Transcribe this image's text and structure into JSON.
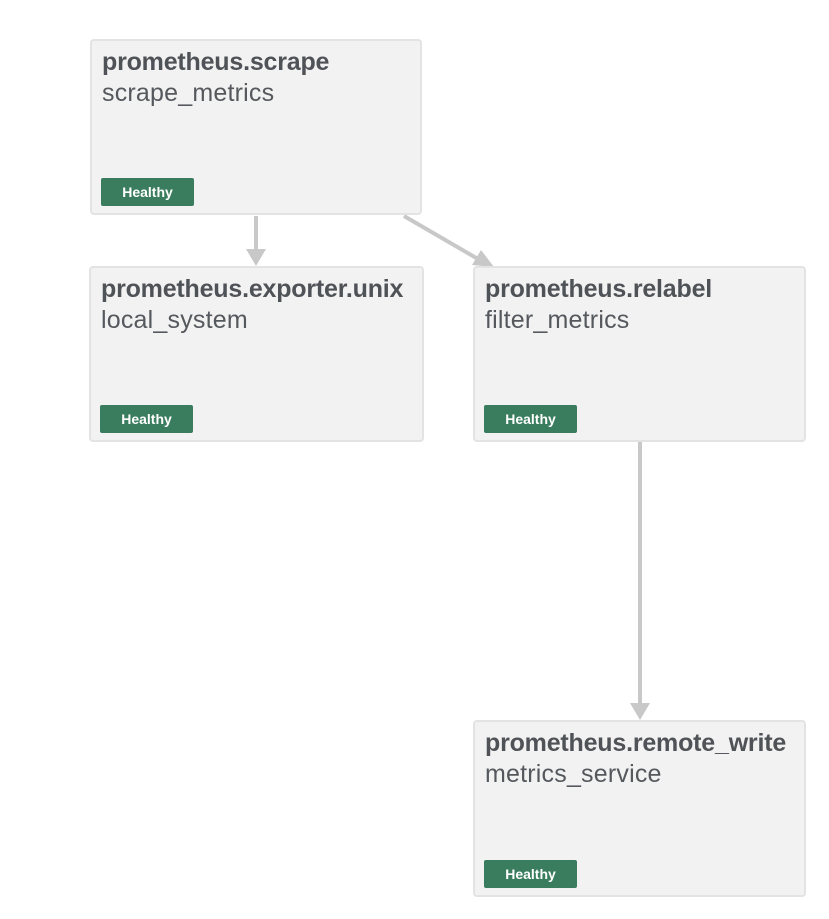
{
  "theme": {
    "edge_color": "#c8c8c8",
    "node_background": "#f2f2f2",
    "node_border": "#e3e3e3",
    "healthy_color": "#3a7d5e"
  },
  "nodes": [
    {
      "title": "prometheus.scrape",
      "label": "scrape_metrics",
      "health": "Healthy"
    },
    {
      "title": "prometheus.exporter.unix",
      "label": "local_system",
      "health": "Healthy"
    },
    {
      "title": "prometheus.relabel",
      "label": "filter_metrics",
      "health": "Healthy"
    },
    {
      "title": "prometheus.remote_write",
      "label": "metrics_service",
      "health": "Healthy"
    }
  ]
}
